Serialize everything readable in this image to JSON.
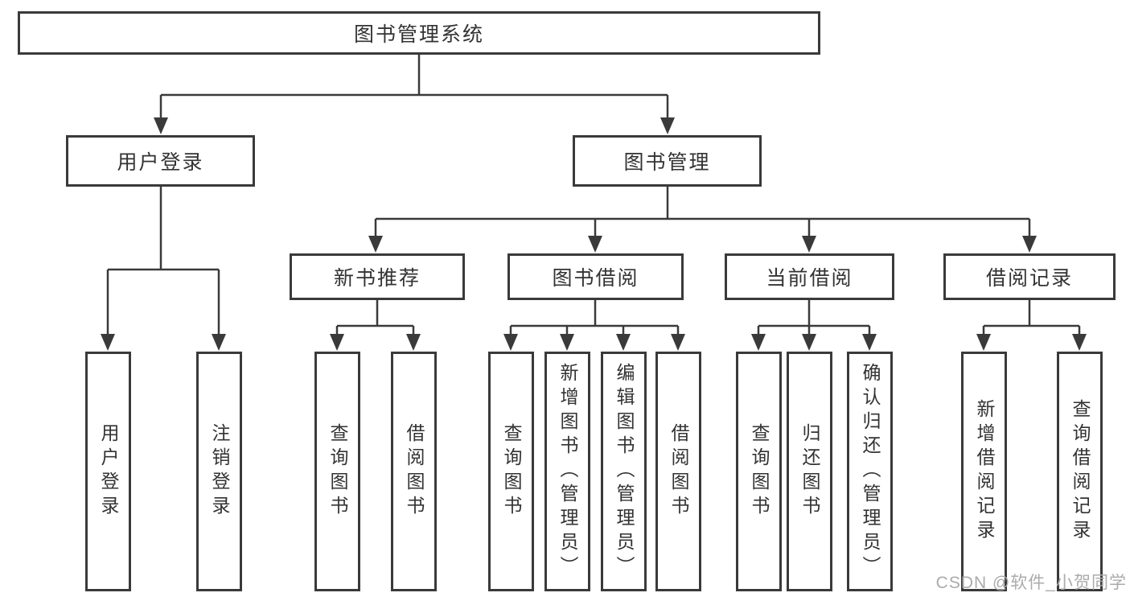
{
  "watermark": "CSDN @软件_小贺同学",
  "colors": {
    "line": "#3a3a3a",
    "box_border": "#3a3a3a",
    "text": "#333333",
    "background": "#ffffff",
    "watermark": "#ababab"
  },
  "tree": {
    "root": "图书管理系统",
    "children": [
      {
        "label": "用户登录",
        "children": [
          "用户登录",
          "注销登录"
        ]
      },
      {
        "label": "图书管理",
        "children": [
          {
            "label": "新书推荐",
            "children": [
              "查询图书",
              "借阅图书"
            ]
          },
          {
            "label": "图书借阅",
            "children": [
              "查询图书",
              "新增图书（管理员）",
              "编辑图书（管理员）",
              "借阅图书"
            ]
          },
          {
            "label": "当前借阅",
            "children": [
              "查询图书",
              "归还图书",
              "确认归还（管理员）"
            ]
          },
          {
            "label": "借阅记录",
            "children": [
              "新增借阅记录",
              "查询借阅记录"
            ]
          }
        ]
      }
    ]
  }
}
